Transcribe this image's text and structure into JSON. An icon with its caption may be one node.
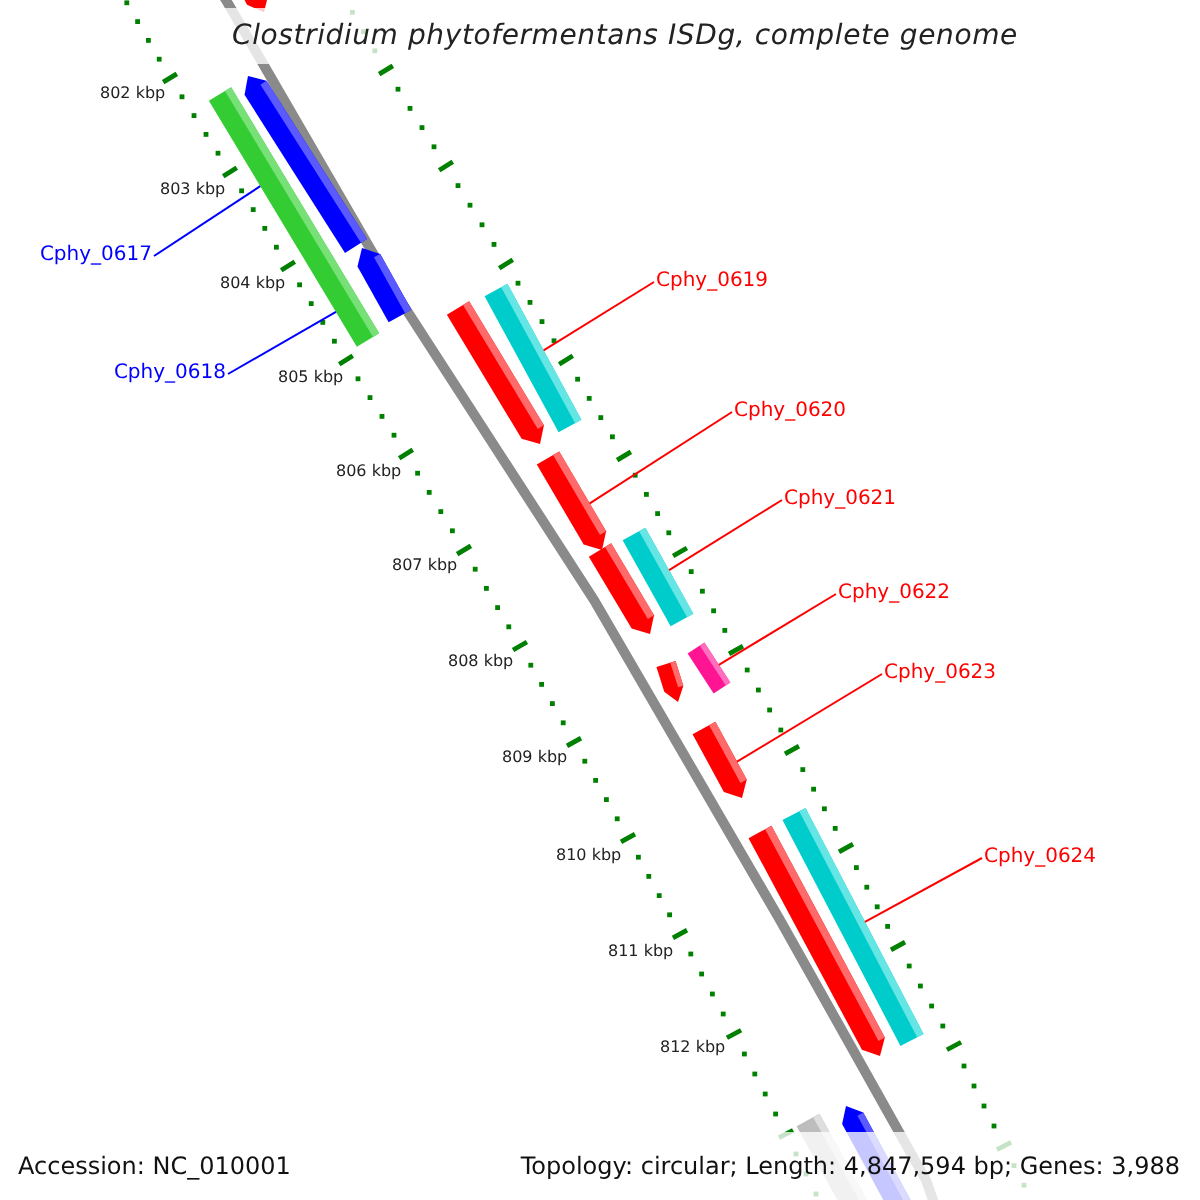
{
  "diagram": {
    "title": "Clostridium phytofermentans ISDg, complete genome",
    "nodes": [
      {
        "text": [
          "Cphy_0617"
        ]
      },
      {
        "text": [
          "Cphy_0618"
        ]
      },
      {
        "text": [
          "Cphy_0619"
        ]
      },
      {
        "text": [
          "Cphy_0620"
        ]
      },
      {
        "text": [
          "Cphy_0621"
        ]
      },
      {
        "text": [
          "Cphy_0622"
        ]
      },
      {
        "text": [
          "Cphy_0623"
        ]
      },
      {
        "text": [
          "Cphy_0624"
        ]
      },
      {
        "text": [],
        "shape": "bar"
      },
      {
        "text": [],
        "shape": "bar"
      },
      {
        "text": [],
        "shape": "bar"
      },
      {
        "text": [],
        "shape": "bar"
      },
      {
        "text": [],
        "shape": "bar"
      },
      {
        "text": [],
        "shape": "bar"
      },
      {
        "text": [],
        "shape": "bar"
      }
    ],
    "edges": [
      {
        "from": 0,
        "to": 8,
        "arrow": "none",
        "color": "#0000ff"
      },
      {
        "from": 1,
        "to": 8,
        "arrow": "none",
        "color": "#0000ff"
      },
      {
        "from": 2,
        "to": 9,
        "arrow": "none"
      },
      {
        "from": 3,
        "to": 10,
        "arrow": "none"
      },
      {
        "from": 4,
        "to": 11,
        "arrow": "none"
      },
      {
        "from": 5,
        "to": 12,
        "arrow": "none"
      },
      {
        "from": 6,
        "to": 13,
        "arrow": "none"
      },
      {
        "from": 7,
        "to": 14,
        "arrow": "none"
      }
    ],
    "labels": [
      "802 kbp",
      "803 kbp",
      "804 kbp",
      "805 kbp",
      "806 kbp",
      "807 kbp",
      "808 kbp",
      "809 kbp",
      "810 kbp",
      "811 kbp",
      "812 kbp",
      "Accession: NC_010001",
      "Topology: circular; Length: 4,847,594 bp; Genes: 3,988"
    ]
  }
}
